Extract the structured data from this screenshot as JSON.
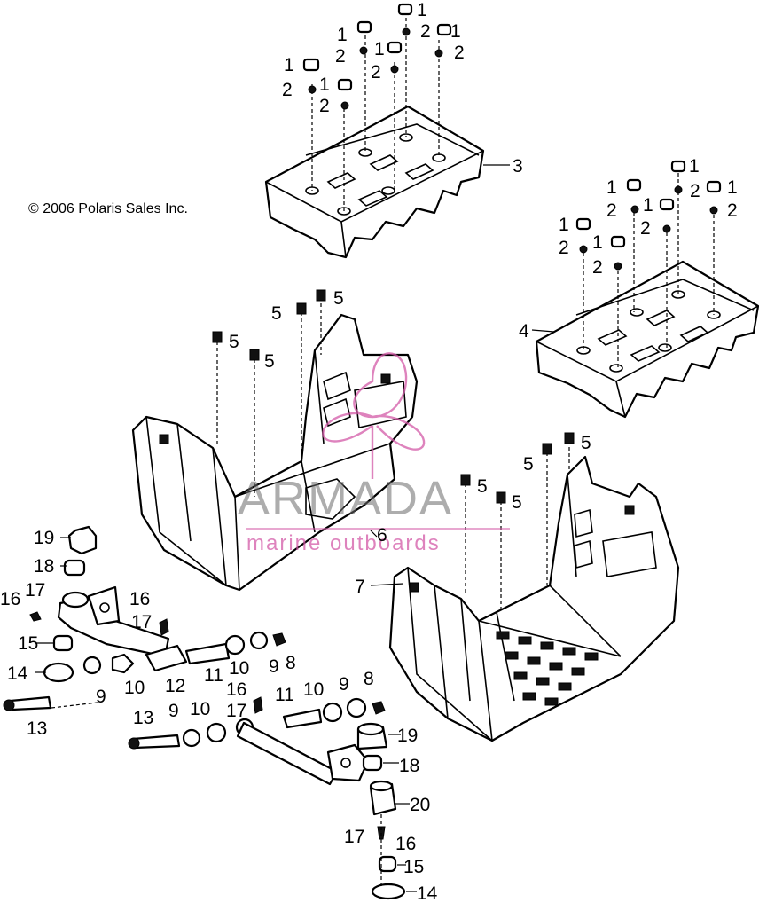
{
  "copyright": "© 2006 Polaris Sales Inc.",
  "watermark": {
    "brand": "ARMADA",
    "tagline": "marine outboards",
    "accent_color": "#d35aa8",
    "brand_color": "#6b6b6b"
  },
  "callouts": {
    "n1": "1",
    "n2": "2",
    "n3": "3",
    "n4": "4",
    "n5": "5",
    "n6": "6",
    "n7": "7",
    "n8": "8",
    "n9": "9",
    "n10": "10",
    "n11": "11",
    "n12": "12",
    "n13": "13",
    "n14": "14",
    "n15": "15",
    "n16": "16",
    "n17": "17",
    "n18": "18",
    "n19": "19",
    "n20": "20"
  }
}
